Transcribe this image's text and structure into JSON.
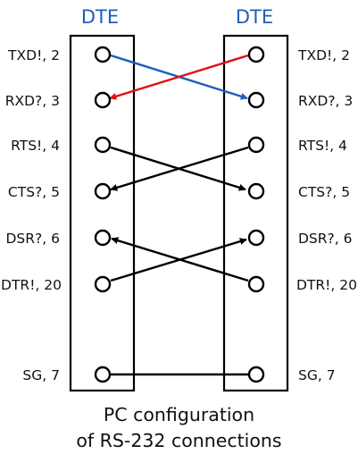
{
  "left_title": "DTE",
  "right_title": "DTE",
  "left_pins": [
    "TXD!, 2",
    "RXD?, 3",
    "RTS!, 4",
    "CTS?, 5",
    "DSR?, 6",
    "DTR!, 20",
    "SG, 7"
  ],
  "right_pins": [
    "TXD!, 2",
    "RXD?, 3",
    "RTS!, 4",
    "CTS?, 5",
    "DSR?, 6",
    "DTR!, 20",
    "SG, 7"
  ],
  "caption_line1": "PC configuration",
  "caption_line2": "of RS-232 connections",
  "connections": [
    {
      "from": "left TXD!, 2",
      "to": "right RXD?, 3",
      "arrow_at": "right",
      "color": "#1f5fb8"
    },
    {
      "from": "right TXD!, 2",
      "to": "left RXD?, 3",
      "arrow_at": "left",
      "color": "#e01010"
    },
    {
      "from": "left RTS!, 4",
      "to": "right CTS?, 5",
      "arrow_at": "right",
      "color": "#000000"
    },
    {
      "from": "right RTS!, 4",
      "to": "left CTS?, 5",
      "arrow_at": "left",
      "color": "#000000"
    },
    {
      "from": "right DTR!, 20",
      "to": "left DSR?, 6",
      "arrow_at": "left",
      "color": "#000000"
    },
    {
      "from": "left DTR!, 20",
      "to": "right DSR?, 6",
      "arrow_at": "right",
      "color": "#000000"
    },
    {
      "from": "left SG, 7",
      "to": "right SG, 7",
      "arrow_at": "none",
      "color": "#000000"
    }
  ],
  "colors": {
    "title": "#1f5fb8",
    "box": "#000000",
    "text": "#111111"
  }
}
